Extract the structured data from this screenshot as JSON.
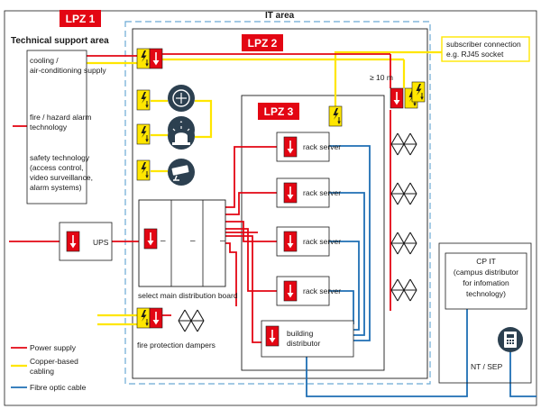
{
  "header": {
    "it_area": "IT area",
    "lpz1": "LPZ 1",
    "lpz2": "LPZ 2",
    "lpz3": "LPZ 3",
    "tech_support_area": "Technical support area"
  },
  "technical_support": {
    "cooling": [
      "cooling /",
      "air-conditioning supply"
    ],
    "fire_alarm": [
      "fire / hazard alarm",
      "technology"
    ],
    "safety": [
      "safety technology",
      "(access control,",
      "video surveillance,",
      "alarm systems)"
    ]
  },
  "subscriber": [
    "subscriber connection",
    "e.g. RJ45 socket"
  ],
  "distance": "≥ 10 m",
  "ups": "UPS",
  "distribution_board": "select main distribution board",
  "servers": [
    "rack server",
    "rack server",
    "rack server",
    "rack server"
  ],
  "building_distributor": [
    "building",
    "distributor"
  ],
  "fire_dampers": "fire protection dampers",
  "cp_it": [
    "CP IT",
    "(campus distributor",
    "for infomation",
    "technology)"
  ],
  "nt_sep": "NT / SEP",
  "board_dash": "–",
  "legend": {
    "power": "Power supply",
    "copper": [
      "Copper-based",
      "cabling"
    ],
    "fibre": "Fibre optic cable"
  },
  "colors": {
    "power": "#e30613",
    "copper": "#ffe600",
    "fibre": "#1f6fb4",
    "lpz_badge": "#e30613",
    "dark_icon": "#2c4050",
    "it_area_border": "#6aa9d4"
  }
}
